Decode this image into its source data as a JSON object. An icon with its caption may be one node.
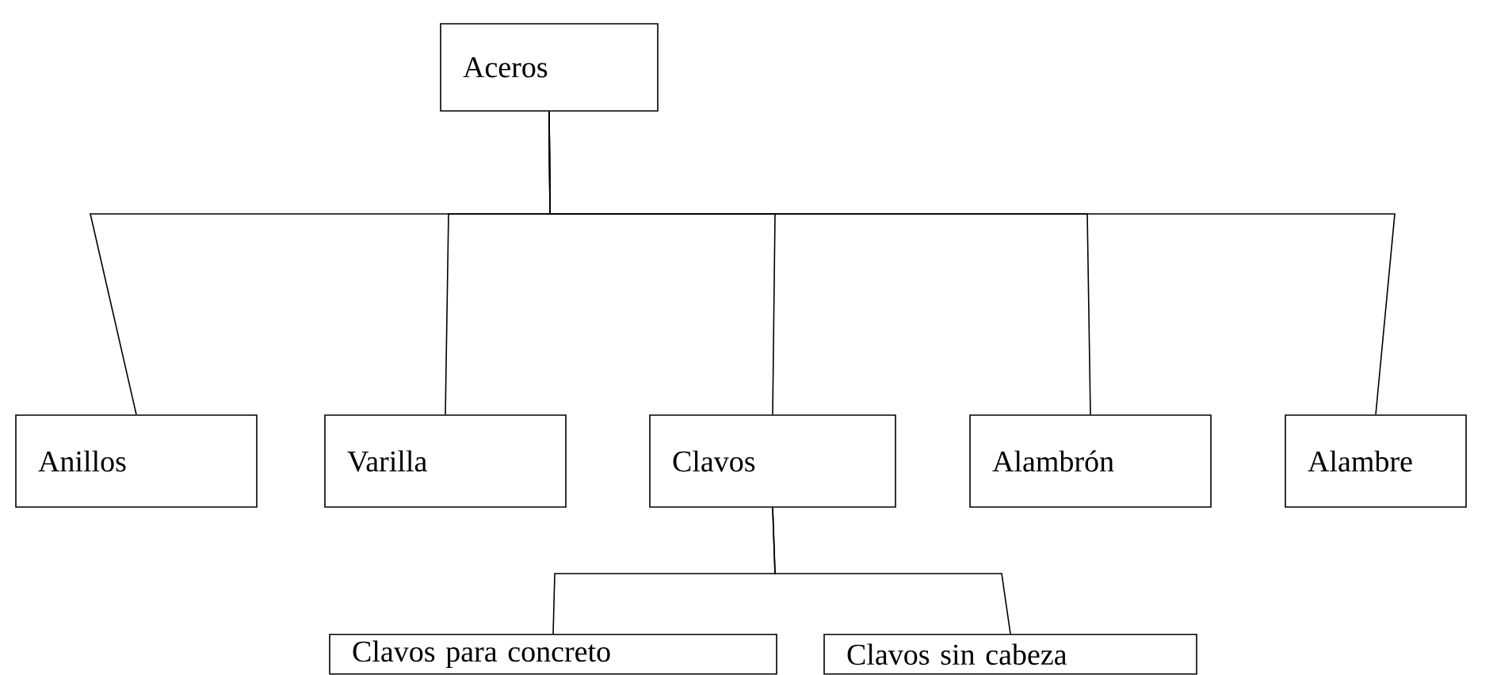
{
  "diagram": {
    "nodes": [
      {
        "text": [
          "Aceros"
        ]
      },
      {
        "text": [
          "Anillos"
        ]
      },
      {
        "text": [
          "Varilla"
        ]
      },
      {
        "text": [
          "Clavos"
        ]
      },
      {
        "text": [
          "Alambrón"
        ]
      },
      {
        "text": [
          "Alambre"
        ]
      },
      {
        "text": [
          "Clavos para concreto"
        ]
      },
      {
        "text": [
          "Clavos sin cabeza"
        ]
      }
    ],
    "edges": [
      {
        "from": 0,
        "to": 1,
        "arrow": "none"
      },
      {
        "from": 0,
        "to": 2,
        "arrow": "none"
      },
      {
        "from": 0,
        "to": 3,
        "arrow": "none"
      },
      {
        "from": 0,
        "to": 4,
        "arrow": "none"
      },
      {
        "from": 0,
        "to": 5,
        "arrow": "none"
      },
      {
        "from": 3,
        "to": 6,
        "arrow": "none"
      },
      {
        "from": 3,
        "to": 7,
        "arrow": "none"
      }
    ]
  }
}
